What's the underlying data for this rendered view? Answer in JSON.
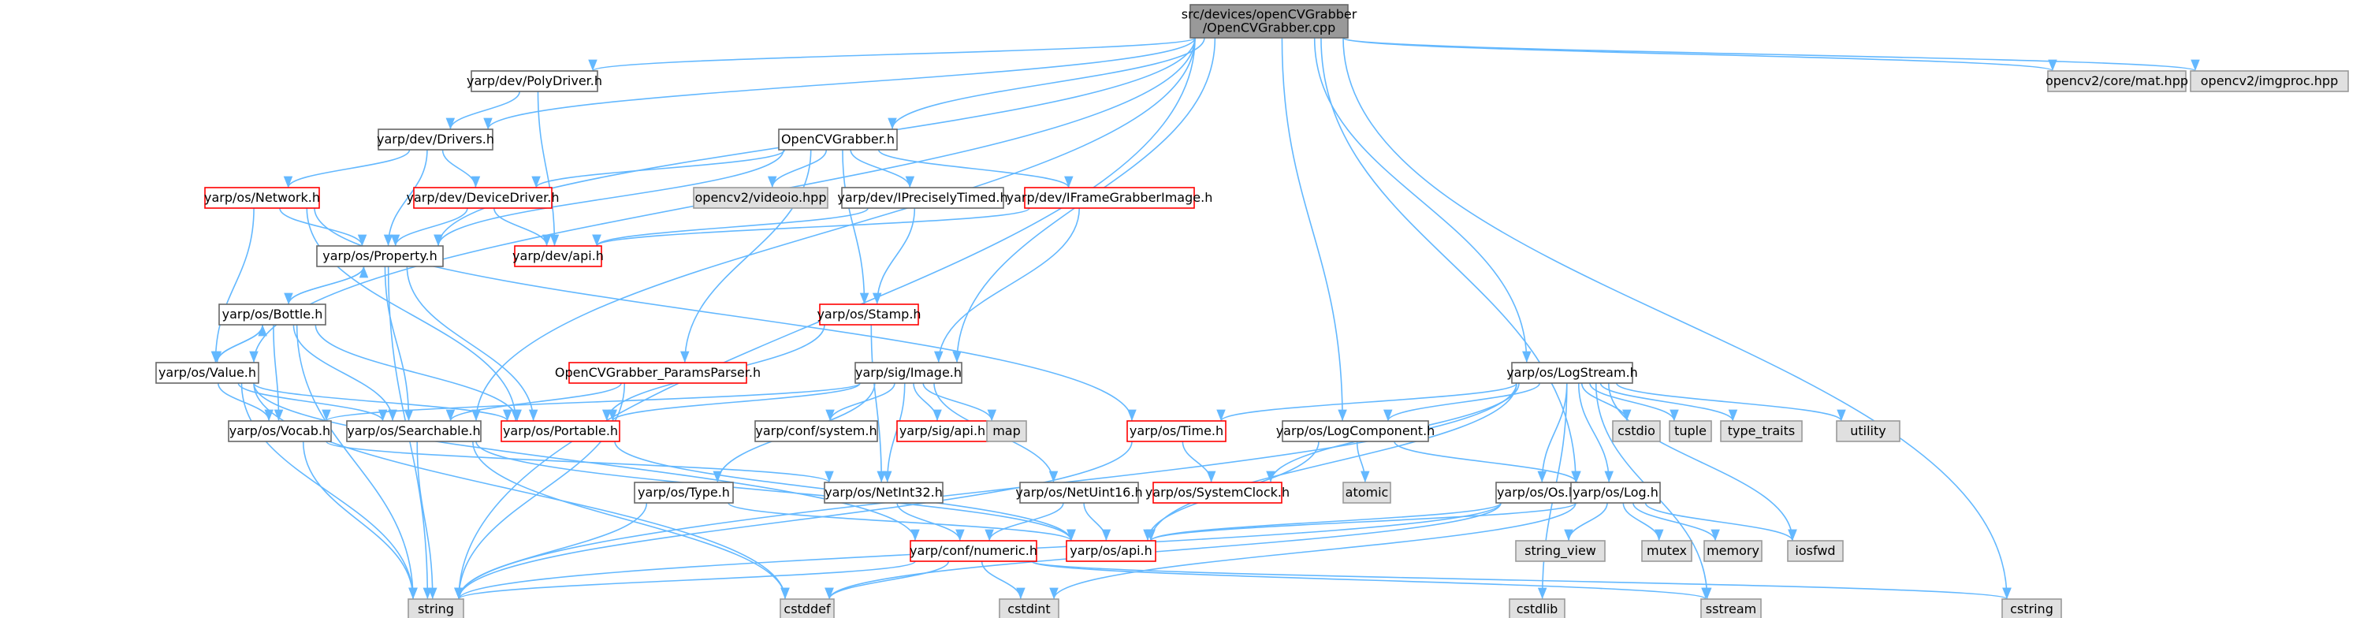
{
  "colors": {
    "edge": "#63b8ff",
    "root_fill": "#999999",
    "root_border": "#666666",
    "normal_fill": "#ffffff",
    "normal_border": "#666666",
    "missing_fill": "#e0e0e0",
    "missing_border": "#999999",
    "truncated_border": "#ff0000"
  },
  "nodes": [
    {
      "id": "root",
      "kind": "root",
      "lines": [
        "src/devices/openCVGrabber",
        "/OpenCVGrabber.cpp"
      ]
    },
    {
      "id": "polydriver",
      "kind": "normal",
      "lines": [
        "yarp/dev/PolyDriver.h"
      ]
    },
    {
      "id": "drivers",
      "kind": "normal",
      "lines": [
        "yarp/dev/Drivers.h"
      ]
    },
    {
      "id": "network",
      "kind": "truncated",
      "lines": [
        "yarp/os/Network.h"
      ]
    },
    {
      "id": "devicedriver",
      "kind": "truncated",
      "lines": [
        "yarp/dev/DeviceDriver.h"
      ]
    },
    {
      "id": "property",
      "kind": "normal",
      "lines": [
        "yarp/os/Property.h"
      ]
    },
    {
      "id": "devapi",
      "kind": "truncated",
      "lines": [
        "yarp/dev/api.h"
      ]
    },
    {
      "id": "bottle",
      "kind": "normal",
      "lines": [
        "yarp/os/Bottle.h"
      ]
    },
    {
      "id": "value",
      "kind": "normal",
      "lines": [
        "yarp/os/Value.h"
      ]
    },
    {
      "id": "vocab",
      "kind": "normal",
      "lines": [
        "yarp/os/Vocab.h"
      ]
    },
    {
      "id": "searchable",
      "kind": "normal",
      "lines": [
        "yarp/os/Searchable.h"
      ]
    },
    {
      "id": "portable",
      "kind": "truncated",
      "lines": [
        "yarp/os/Portable.h"
      ]
    },
    {
      "id": "opencvgrabber",
      "kind": "normal",
      "lines": [
        "OpenCVGrabber.h"
      ]
    },
    {
      "id": "videoio",
      "kind": "missing",
      "lines": [
        "opencv2/videoio.hpp"
      ]
    },
    {
      "id": "iprecisely",
      "kind": "normal",
      "lines": [
        "yarp/dev/IPreciselyTimed.h"
      ]
    },
    {
      "id": "iframe",
      "kind": "truncated",
      "lines": [
        "yarp/dev/IFrameGrabberImage.h"
      ]
    },
    {
      "id": "stamp",
      "kind": "truncated",
      "lines": [
        "yarp/os/Stamp.h"
      ]
    },
    {
      "id": "paramsparser",
      "kind": "truncated",
      "lines": [
        "OpenCVGrabber_ParamsParser.h"
      ]
    },
    {
      "id": "image",
      "kind": "normal",
      "lines": [
        "yarp/sig/Image.h"
      ]
    },
    {
      "id": "confsystem",
      "kind": "normal",
      "lines": [
        "yarp/conf/system.h"
      ]
    },
    {
      "id": "sigapi",
      "kind": "truncated",
      "lines": [
        "yarp/sig/api.h"
      ]
    },
    {
      "id": "map",
      "kind": "missing",
      "lines": [
        "map"
      ]
    },
    {
      "id": "type",
      "kind": "normal",
      "lines": [
        "yarp/os/Type.h"
      ]
    },
    {
      "id": "netint32",
      "kind": "normal",
      "lines": [
        "yarp/os/NetInt32.h"
      ]
    },
    {
      "id": "netuint16",
      "kind": "normal",
      "lines": [
        "yarp/os/NetUint16.h"
      ]
    },
    {
      "id": "numeric",
      "kind": "truncated",
      "lines": [
        "yarp/conf/numeric.h"
      ]
    },
    {
      "id": "osapi",
      "kind": "truncated",
      "lines": [
        "yarp/os/api.h"
      ]
    },
    {
      "id": "logstream",
      "kind": "normal",
      "lines": [
        "yarp/os/LogStream.h"
      ]
    },
    {
      "id": "time",
      "kind": "truncated",
      "lines": [
        "yarp/os/Time.h"
      ]
    },
    {
      "id": "systemclock",
      "kind": "truncated",
      "lines": [
        "yarp/os/SystemClock.h"
      ]
    },
    {
      "id": "logcomponent",
      "kind": "normal",
      "lines": [
        "yarp/os/LogComponent.h"
      ]
    },
    {
      "id": "atomic",
      "kind": "missing",
      "lines": [
        "atomic"
      ]
    },
    {
      "id": "os",
      "kind": "normal",
      "lines": [
        "yarp/os/Os.h"
      ]
    },
    {
      "id": "log",
      "kind": "normal",
      "lines": [
        "yarp/os/Log.h"
      ]
    },
    {
      "id": "cstdio",
      "kind": "missing",
      "lines": [
        "cstdio"
      ]
    },
    {
      "id": "tuple",
      "kind": "missing",
      "lines": [
        "tuple"
      ]
    },
    {
      "id": "typetraits",
      "kind": "missing",
      "lines": [
        "type_traits"
      ]
    },
    {
      "id": "utility",
      "kind": "missing",
      "lines": [
        "utility"
      ]
    },
    {
      "id": "stringview",
      "kind": "missing",
      "lines": [
        "string_view"
      ]
    },
    {
      "id": "mutex",
      "kind": "missing",
      "lines": [
        "mutex"
      ]
    },
    {
      "id": "memory",
      "kind": "missing",
      "lines": [
        "memory"
      ]
    },
    {
      "id": "iosfwd",
      "kind": "missing",
      "lines": [
        "iosfwd"
      ]
    },
    {
      "id": "string",
      "kind": "missing",
      "lines": [
        "string"
      ]
    },
    {
      "id": "cstddef",
      "kind": "missing",
      "lines": [
        "cstddef"
      ]
    },
    {
      "id": "cstdint",
      "kind": "missing",
      "lines": [
        "cstdint"
      ]
    },
    {
      "id": "cstdlib",
      "kind": "missing",
      "lines": [
        "cstdlib"
      ]
    },
    {
      "id": "sstream",
      "kind": "missing",
      "lines": [
        "sstream"
      ]
    },
    {
      "id": "cstring",
      "kind": "missing",
      "lines": [
        "cstring"
      ]
    },
    {
      "id": "coremat",
      "kind": "missing",
      "lines": [
        "opencv2/core/mat.hpp"
      ]
    },
    {
      "id": "imgproc",
      "kind": "missing",
      "lines": [
        "opencv2/imgproc.hpp"
      ]
    }
  ],
  "edges": [
    [
      "root",
      "polydriver"
    ],
    [
      "root",
      "drivers"
    ],
    [
      "root",
      "value"
    ],
    [
      "root",
      "property"
    ],
    [
      "root",
      "string"
    ],
    [
      "root",
      "opencvgrabber"
    ],
    [
      "root",
      "searchable"
    ],
    [
      "root",
      "image"
    ],
    [
      "root",
      "logcomponent"
    ],
    [
      "root",
      "logstream"
    ],
    [
      "root",
      "log"
    ],
    [
      "root",
      "cstring"
    ],
    [
      "root",
      "coremat"
    ],
    [
      "root",
      "imgproc"
    ],
    [
      "polydriver",
      "drivers"
    ],
    [
      "polydriver",
      "devapi"
    ],
    [
      "drivers",
      "network"
    ],
    [
      "drivers",
      "devicedriver"
    ],
    [
      "drivers",
      "property"
    ],
    [
      "network",
      "property"
    ],
    [
      "network",
      "value"
    ],
    [
      "network",
      "portable"
    ],
    [
      "network",
      "time"
    ],
    [
      "devicedriver",
      "property"
    ],
    [
      "devicedriver",
      "devapi"
    ],
    [
      "property",
      "bottle"
    ],
    [
      "property",
      "searchable"
    ],
    [
      "property",
      "portable"
    ],
    [
      "property",
      "string"
    ],
    [
      "bottle",
      "property"
    ],
    [
      "bottle",
      "value"
    ],
    [
      "bottle",
      "vocab"
    ],
    [
      "bottle",
      "searchable"
    ],
    [
      "bottle",
      "portable"
    ],
    [
      "bottle",
      "string"
    ],
    [
      "value",
      "bottle"
    ],
    [
      "value",
      "vocab"
    ],
    [
      "value",
      "searchable"
    ],
    [
      "value",
      "portable"
    ],
    [
      "value",
      "string"
    ],
    [
      "value",
      "cstddef"
    ],
    [
      "value",
      "numeric"
    ],
    [
      "vocab",
      "netint32"
    ],
    [
      "vocab",
      "string"
    ],
    [
      "searchable",
      "string"
    ],
    [
      "searchable",
      "osapi"
    ],
    [
      "searchable",
      "cstddef"
    ],
    [
      "portable",
      "osapi"
    ],
    [
      "opencvgrabber",
      "devicedriver"
    ],
    [
      "opencvgrabber",
      "videoio"
    ],
    [
      "opencvgrabber",
      "iprecisely"
    ],
    [
      "opencvgrabber",
      "iframe"
    ],
    [
      "opencvgrabber",
      "stamp"
    ],
    [
      "opencvgrabber",
      "paramsparser"
    ],
    [
      "opencvgrabber",
      "property"
    ],
    [
      "iprecisely",
      "devapi"
    ],
    [
      "iprecisely",
      "stamp"
    ],
    [
      "iframe",
      "devapi"
    ],
    [
      "iframe",
      "image"
    ],
    [
      "stamp",
      "portable"
    ],
    [
      "stamp",
      "netint32"
    ],
    [
      "paramsparser",
      "searchable"
    ],
    [
      "paramsparser",
      "string"
    ],
    [
      "image",
      "vocab"
    ],
    [
      "image",
      "confsystem"
    ],
    [
      "image",
      "sigapi"
    ],
    [
      "image",
      "map"
    ],
    [
      "image",
      "type"
    ],
    [
      "image",
      "netint32"
    ],
    [
      "image",
      "netuint16"
    ],
    [
      "image",
      "portable"
    ],
    [
      "type",
      "osapi"
    ],
    [
      "type",
      "string"
    ],
    [
      "netint32",
      "numeric"
    ],
    [
      "netuint16",
      "numeric"
    ],
    [
      "netuint16",
      "osapi"
    ],
    [
      "numeric",
      "string"
    ],
    [
      "numeric",
      "cstddef"
    ],
    [
      "numeric",
      "cstdint"
    ],
    [
      "numeric",
      "sstream"
    ],
    [
      "numeric",
      "cstring"
    ],
    [
      "logstream",
      "time"
    ],
    [
      "logstream",
      "systemclock"
    ],
    [
      "logstream",
      "logcomponent"
    ],
    [
      "logstream",
      "os"
    ],
    [
      "logstream",
      "log"
    ],
    [
      "logstream",
      "osapi"
    ],
    [
      "logstream",
      "cstdio"
    ],
    [
      "logstream",
      "tuple"
    ],
    [
      "logstream",
      "typetraits"
    ],
    [
      "logstream",
      "utility"
    ],
    [
      "logstream",
      "iosfwd"
    ],
    [
      "logstream",
      "string"
    ],
    [
      "logstream",
      "cstdlib"
    ],
    [
      "logstream",
      "sstream"
    ],
    [
      "time",
      "systemclock"
    ],
    [
      "time",
      "string"
    ],
    [
      "logcomponent",
      "atomic"
    ],
    [
      "logcomponent",
      "log"
    ],
    [
      "logcomponent",
      "osapi"
    ],
    [
      "os",
      "osapi"
    ],
    [
      "os",
      "string"
    ],
    [
      "os",
      "cstddef"
    ],
    [
      "log",
      "osapi"
    ],
    [
      "log",
      "stringview"
    ],
    [
      "log",
      "mutex"
    ],
    [
      "log",
      "memory"
    ],
    [
      "log",
      "iosfwd"
    ],
    [
      "log",
      "cstdint"
    ]
  ]
}
